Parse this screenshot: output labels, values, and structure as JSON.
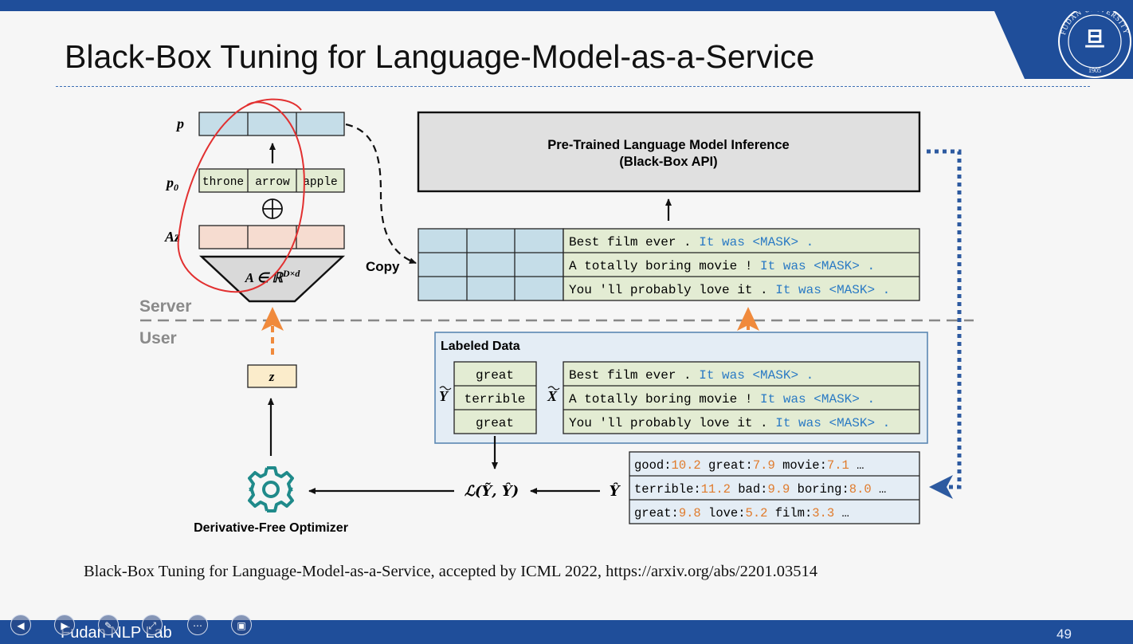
{
  "slide": {
    "title": "Black-Box Tuning for Language-Model-as-a-Service",
    "citation": "Black-Box Tuning for Language-Model-as-a-Service, accepted by ICML 2022, https://arxiv.org/abs/2201.03514",
    "lab_name": "Fudan NLP Lab",
    "page_number": "49",
    "emblem": {
      "ring_text": "FUDAN UNIVERSITY",
      "year": "1905"
    }
  },
  "diagram": {
    "p_label": "p",
    "p0_label": "p",
    "p0_subscript": "0",
    "az_label": "Az",
    "p0_tokens": [
      "throne",
      "arrow",
      "apple"
    ],
    "projection_matrix": "A ∈ ℝ",
    "projection_superscript": "D×d",
    "copy_label": "Copy",
    "server_label": "Server",
    "user_label": "User",
    "z_label": "z",
    "optimizer_label": "Derivative-Free Optimizer",
    "plm_title": "Pre-Trained Language Model Inference",
    "plm_subtitle": "(Black-Box API)",
    "server_inputs": [
      {
        "text": "Best film ever . ",
        "template": "It was <MASK> ."
      },
      {
        "text": "A totally boring movie ! ",
        "template": "It was <MASK> ."
      },
      {
        "text": "You 'll probably love it . ",
        "template": "It was <MASK> ."
      }
    ],
    "labeled_data": {
      "title": "Labeled Data",
      "y_symbol": "Y",
      "x_symbol": "X",
      "labels": [
        "great",
        "terrible",
        "great"
      ],
      "inputs": [
        {
          "text": "Best film ever . ",
          "template": "It was <MASK> ."
        },
        {
          "text": "A totally boring movie ! ",
          "template": "It was <MASK> ."
        },
        {
          "text": "You 'll probably love it . ",
          "template": "It was <MASK> ."
        }
      ]
    },
    "loss_label": "ℒ(Ỹ, Ŷ)",
    "y_hat_label": "Ŷ",
    "predictions": [
      [
        {
          "word": "good:",
          "score": "10.2"
        },
        {
          "word": " great:",
          "score": "7.9"
        },
        {
          "word": " movie:",
          "score": "7.1"
        },
        {
          "word": " …",
          "score": ""
        }
      ],
      [
        {
          "word": "terrible:",
          "score": "11.2"
        },
        {
          "word": " bad:",
          "score": "9.9"
        },
        {
          "word": " boring:",
          "score": "8.0"
        },
        {
          "word": " …",
          "score": ""
        }
      ],
      [
        {
          "word": "great:",
          "score": "9.8"
        },
        {
          "word": " love:",
          "score": "5.2"
        },
        {
          "word": " film:",
          "score": "3.3"
        },
        {
          "word": " …",
          "score": ""
        }
      ]
    ]
  },
  "controls": [
    "prev-icon",
    "next-icon",
    "pen-icon",
    "zoom-icon",
    "more-icon",
    "screen-icon"
  ],
  "colors": {
    "brand_blue": "#1f4e9a",
    "template_blue": "#2a7ac4",
    "score_orange": "#e07b2c",
    "annotation_red": "#e23030",
    "arrow_orange": "#f08a3c",
    "prompt_blue": "#c5dde8",
    "token_green": "#e3ecd3",
    "az_pink": "#f6dcd0",
    "z_yellow": "#fbeccb",
    "panel_blue": "#e4edf5",
    "gear_teal": "#1f8a8a"
  }
}
